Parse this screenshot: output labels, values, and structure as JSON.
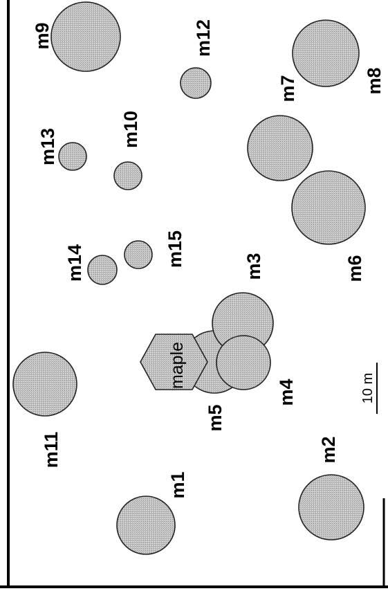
{
  "map": {
    "trees": [
      {
        "id": "m1",
        "label": "m1"
      },
      {
        "id": "m2",
        "label": "m2"
      },
      {
        "id": "m3",
        "label": "m3"
      },
      {
        "id": "m4",
        "label": "m4"
      },
      {
        "id": "m5",
        "label": "m5"
      },
      {
        "id": "m6",
        "label": "m6"
      },
      {
        "id": "m7",
        "label": "m7"
      },
      {
        "id": "m8",
        "label": "m8"
      },
      {
        "id": "m9",
        "label": "m9"
      },
      {
        "id": "m10",
        "label": "m10"
      },
      {
        "id": "m11",
        "label": "m11"
      },
      {
        "id": "m12",
        "label": "m12"
      },
      {
        "id": "m13",
        "label": "m13"
      },
      {
        "id": "m14",
        "label": "m14"
      },
      {
        "id": "m15",
        "label": "m15"
      }
    ],
    "maple_label": "maple",
    "scale_label": "10 m",
    "colors": {
      "fill": "#bdbdbd",
      "stroke": "#222222",
      "frame": "#000000"
    }
  }
}
